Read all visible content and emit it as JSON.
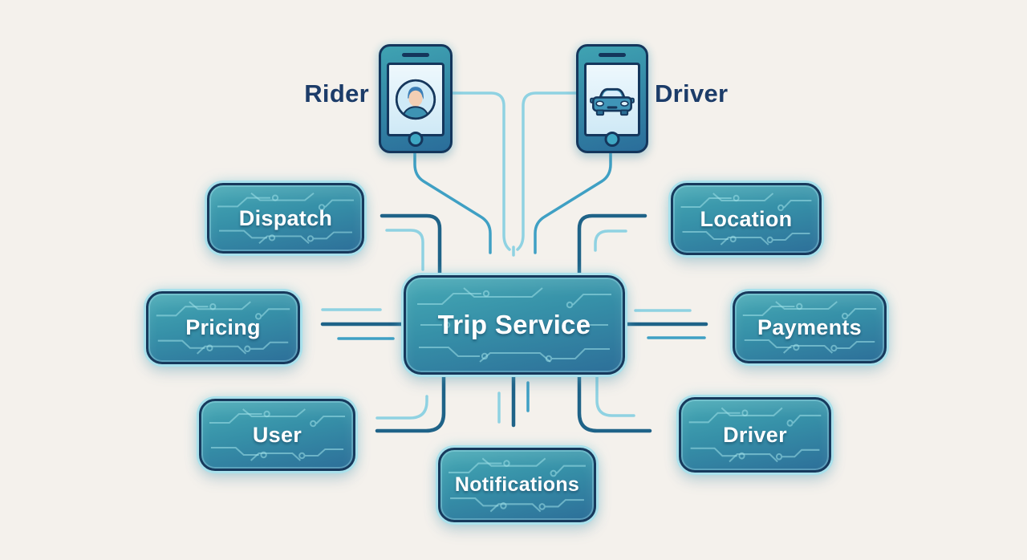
{
  "actors": {
    "rider": {
      "label": "Rider",
      "icon": "person-avatar"
    },
    "driver": {
      "label": "Driver",
      "icon": "car"
    }
  },
  "center_service": {
    "label": "Trip Service"
  },
  "services": {
    "dispatch": {
      "label": "Dispatch"
    },
    "location": {
      "label": "Location"
    },
    "pricing": {
      "label": "Pricing"
    },
    "payments": {
      "label": "Payments"
    },
    "user": {
      "label": "User"
    },
    "driver": {
      "label": "Driver"
    },
    "notifications": {
      "label": "Notifications"
    }
  },
  "colors": {
    "background": "#f4f1ec",
    "box_top": "#46a9b5",
    "box_mid": "#3690a8",
    "box_bottom": "#2d6f99",
    "box_border": "#17395c",
    "box_ring": "#a9e1ec",
    "box_text": "#ffffff",
    "circuit": "#9fe0e8",
    "phone_border": "#14365c",
    "actor_text": "#1c3c69",
    "arrow_dark": "#1f6388",
    "arrow_mid": "#3fa0c4",
    "arrow_light": "#8fd2e2",
    "arrowhead_light": "#55aecd"
  }
}
